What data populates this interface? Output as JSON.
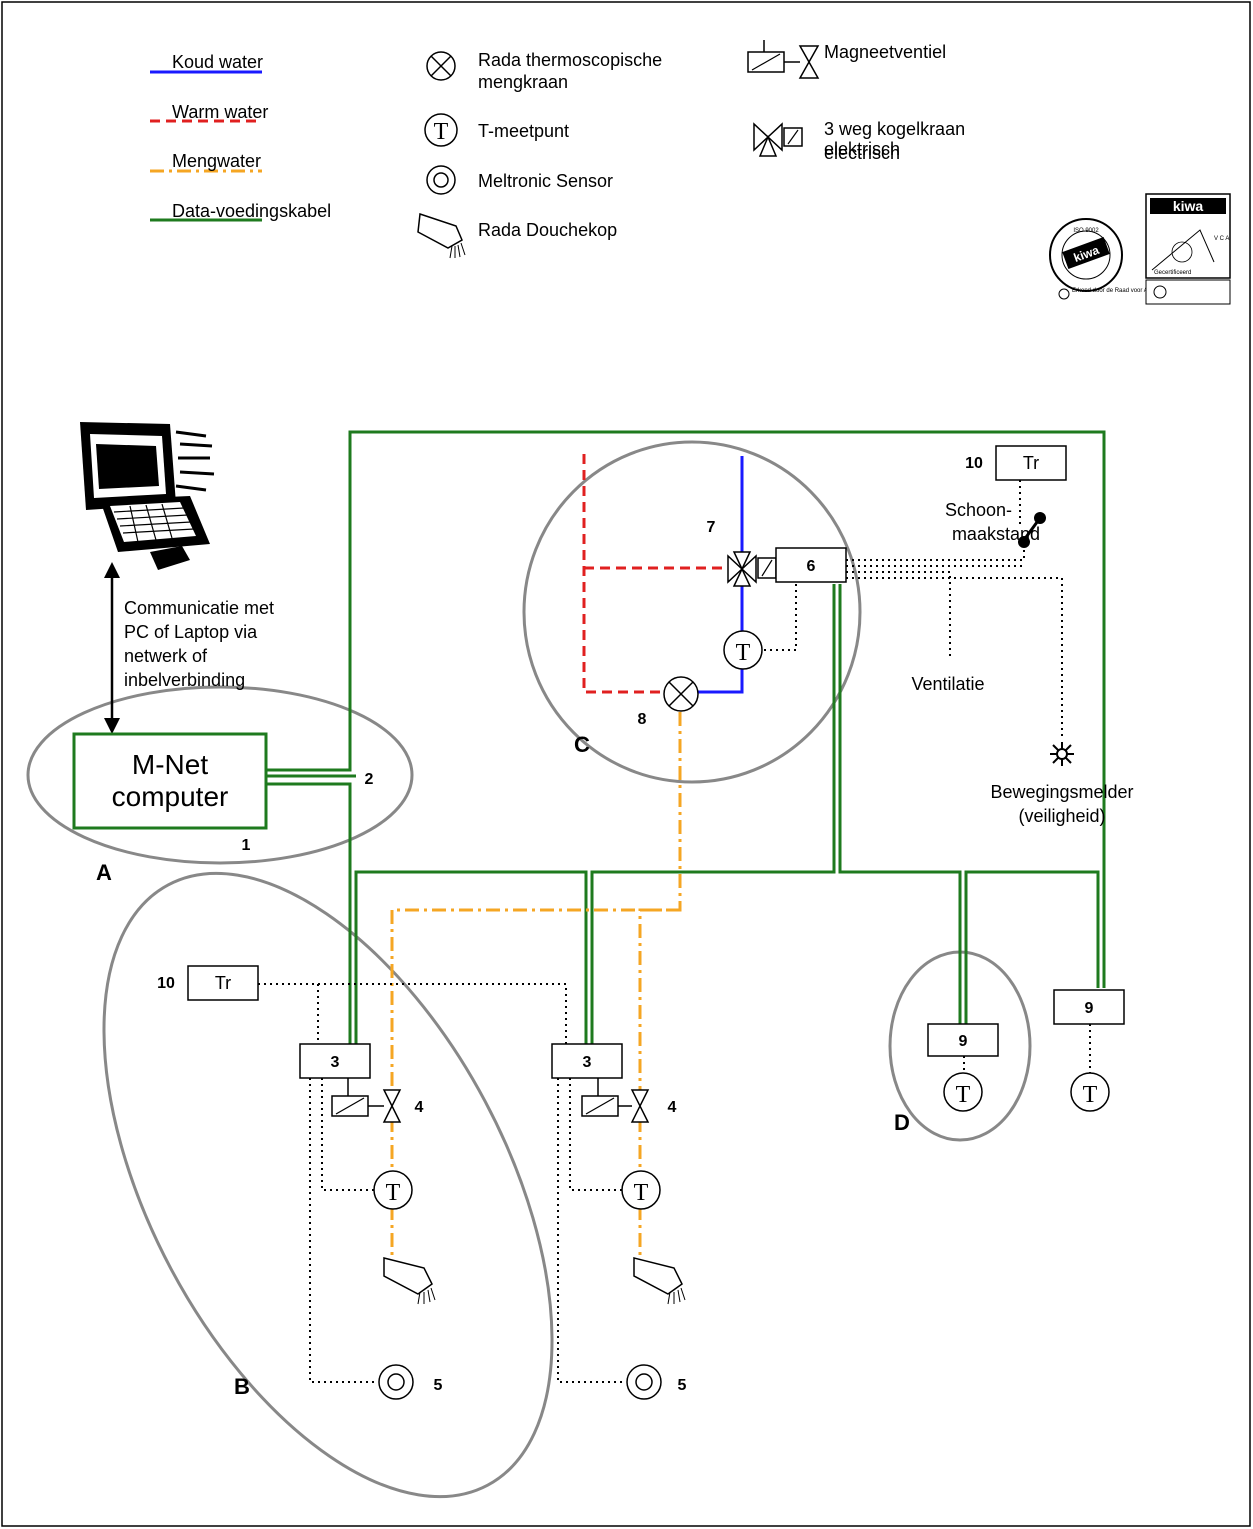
{
  "legend": {
    "koud_water": "Koud water",
    "warm_water": "Warm water",
    "mengwater": "Mengwater",
    "data_kabel": "Data-voedingskabel",
    "rada_thermo_1": "Rada thermoscopische",
    "rada_thermo_2": "mengkraan",
    "t_meetpunt": "T-meetpunt",
    "meltronic": "Meltronic Sensor",
    "douchekop": "Rada Douchekop",
    "magneetventiel": "Magneetventiel",
    "kogelkraan_1": "3 weg kogelkraan",
    "kogelkraan_2": "elektrisch",
    "kogelkraan_3": "electrisch"
  },
  "logos": {
    "kiwa": "kiwa",
    "vca": "V C A",
    "gecertificeerd": "Gecertificeerd",
    "iso": "ISO 9002",
    "erkend": "Erkend door de Raad voor Accreditatie"
  },
  "labels": {
    "comm_1": "Communicatie met",
    "comm_2": "PC of Laptop via",
    "comm_3": "netwerk of",
    "comm_4": "inbelverbinding",
    "mnet_1": "M-Net",
    "mnet_2": "computer",
    "schoon_1": "Schoon-",
    "schoon_2": "maakstand",
    "ventilatie": "Ventilatie",
    "beweging_1": "Bewegingsmelder",
    "beweging_2": "(veiligheid)",
    "tr": "Tr",
    "t": "T"
  },
  "numbers": {
    "n1": "1",
    "n2": "2",
    "n3": "3",
    "n4": "4",
    "n5": "5",
    "n6": "6",
    "n7": "7",
    "n8": "8",
    "n9": "9",
    "n10": "10"
  },
  "zones": {
    "a": "A",
    "b": "B",
    "c": "C",
    "d": "D"
  },
  "colors": {
    "cold": "#1a1aff",
    "warm": "#e02020",
    "mix": "#f5a623",
    "data": "#1e7a1e",
    "zone": "#888888"
  }
}
